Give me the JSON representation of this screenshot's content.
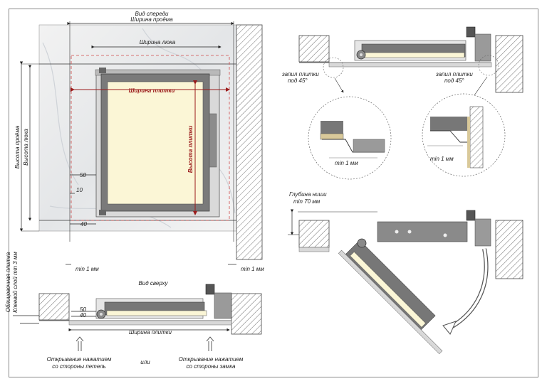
{
  "front_view": {
    "title": "Вид спереди",
    "opening_width": "Ширина проёма",
    "hatch_width": "Ширина люка",
    "tile_width": "Ширина плитки",
    "tile_height": "Высота плитки",
    "opening_height": "Высота проёма",
    "hatch_height": "Высота люка",
    "dim_50": "50",
    "dim_10": "10",
    "dim_40": "40",
    "min_left": "min 1 мм",
    "min_right": "min 1 мм",
    "facing_tile": "Облицовочная плитка",
    "glue_layer": "Клеевой слой min 3 мм"
  },
  "top_view": {
    "title": "Вид сверху",
    "dim_50": "50",
    "dim_40": "40",
    "tile_width": "Ширина плитки",
    "open_hinge_1": "Открывание нажатием",
    "open_hinge_2": "со стороны петель",
    "or": "или",
    "open_lock_1": "Открывание нажатием",
    "open_lock_2": "со стороны замка"
  },
  "section_view": {
    "bevel_left_1": "запил плитки",
    "bevel_left_2": "под 45°",
    "bevel_right_1": "запил плитки",
    "bevel_right_2": "под 45°",
    "detail_left_min": "min 1 мм",
    "detail_right_min": "min 1 мм"
  },
  "open_view": {
    "niche_1": "Глубина ниши",
    "niche_2": "min 70 мм"
  },
  "colors": {
    "frame_grey": "#777777",
    "panel_cream": "#fbf6d6",
    "tile_red": "#9b1b1b",
    "dashed_red": "#d04a4a"
  }
}
